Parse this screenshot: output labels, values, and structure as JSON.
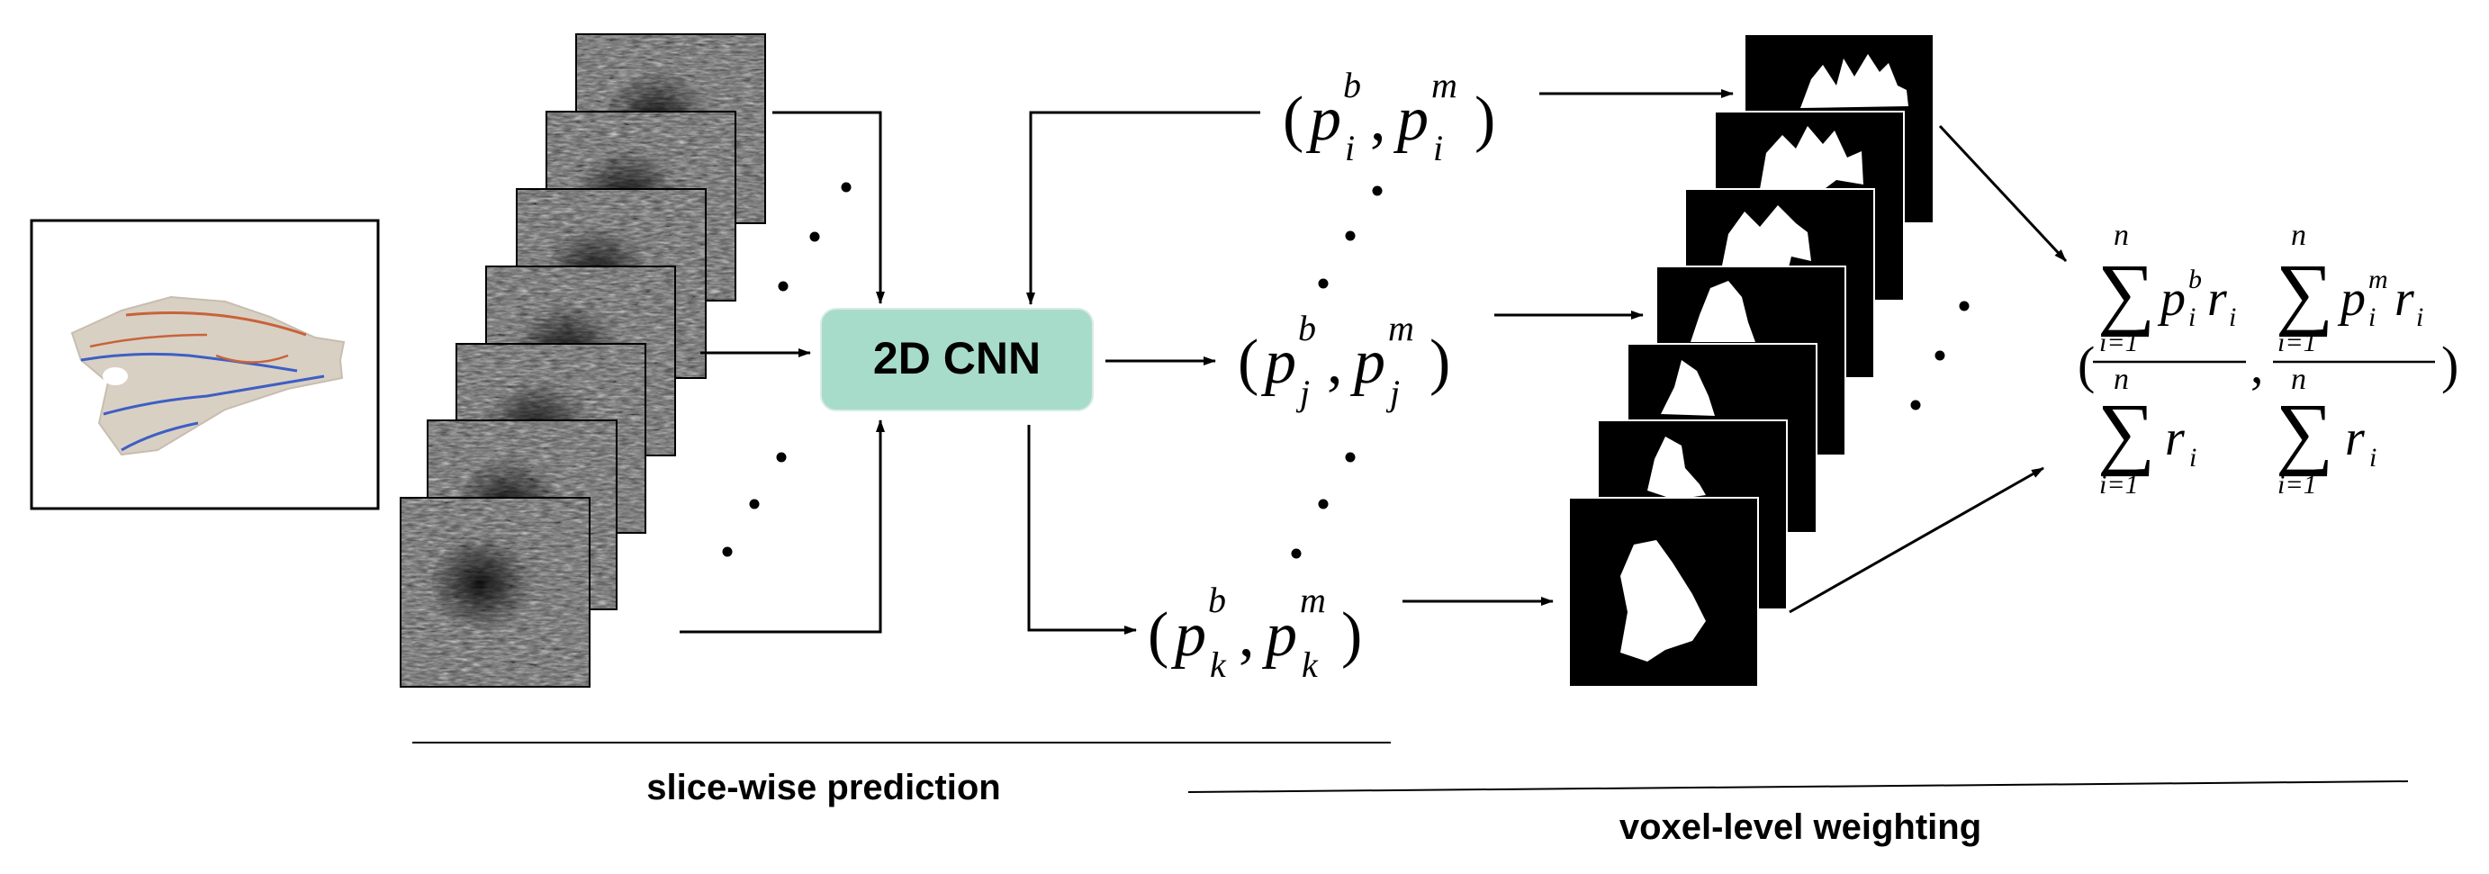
{
  "cnn_label": "2D CNN",
  "captions": {
    "slice_wise": "slice-wise prediction",
    "voxel_level": "voxel-level weighting"
  },
  "predictions": [
    {
      "p1": "p",
      "sup1": "b",
      "sub1": "i",
      "p2": "p",
      "sup2": "m",
      "sub2": "i"
    },
    {
      "p1": "p",
      "sup1": "b",
      "sub1": "j",
      "p2": "p",
      "sup2": "m",
      "sub2": "j"
    },
    {
      "p1": "p",
      "sup1": "b",
      "sub1": "k",
      "p2": "p",
      "sup2": "m",
      "sub2": "k"
    }
  ],
  "formula": {
    "sum_upper": "n",
    "sum_lower": "i=1",
    "num1_p": "p",
    "num1_sup": "b",
    "num1_sub": "i",
    "num1_r": "r",
    "num1_rsub": "i",
    "num2_p": "p",
    "num2_sup": "m",
    "num2_sub": "i",
    "num2_r": "r",
    "num2_rsub": "i",
    "den_r": "r",
    "den_rsub": "i",
    "open_paren": "(",
    "close_paren": ")",
    "comma": ",",
    "pred_comma": ","
  },
  "colors": {
    "cnn_box": "#a7dccb",
    "arrow": "#000000",
    "mask_bg": "#000000",
    "mask_fg": "#ffffff",
    "volume_beige": "#d8cfc4",
    "volume_blue": "#3d5fc4",
    "volume_red": "#c8633a"
  },
  "icons": [
    "breast-volume-icon",
    "ultrasound-slice-image",
    "segmentation-mask-image"
  ]
}
